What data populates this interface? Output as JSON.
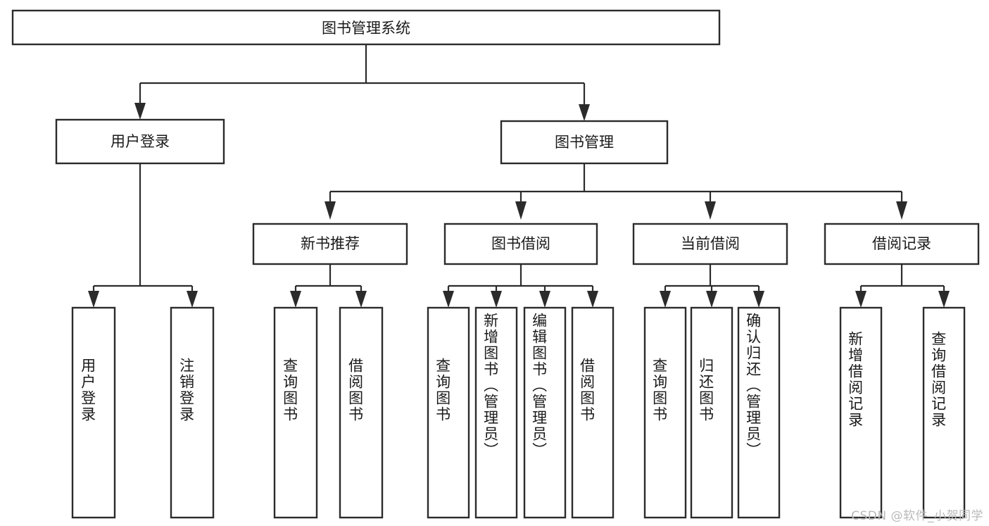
{
  "diagram": {
    "title": "图书管理系统",
    "watermark": "CSDN @软件_小贺同学",
    "colors": {
      "background": "#ffffff",
      "stroke": "#2b2b2b",
      "text": "#1a1a1a",
      "watermark": "#b9b9b9"
    },
    "levels": {
      "root": {
        "label": "图书管理系统"
      },
      "level2": [
        {
          "label": "用户登录"
        },
        {
          "label": "图书管理"
        }
      ],
      "level3": [
        {
          "label": "新书推荐"
        },
        {
          "label": "图书借阅"
        },
        {
          "label": "当前借阅"
        },
        {
          "label": "借阅记录"
        }
      ],
      "leaves": {
        "user_login": [
          {
            "label": "用户登录"
          },
          {
            "label": "注销登录"
          }
        ],
        "new_book_recommend": [
          {
            "label": "查询图书"
          },
          {
            "label": "借阅图书"
          }
        ],
        "book_borrow": [
          {
            "label": "查询图书"
          },
          {
            "label": "新增图书（管理员）"
          },
          {
            "label": "编辑图书（管理员）"
          },
          {
            "label": "借阅图书"
          }
        ],
        "current_borrow": [
          {
            "label": "查询图书"
          },
          {
            "label": "归还图书"
          },
          {
            "label": "确认归还（管理员）"
          }
        ],
        "borrow_record": [
          {
            "label": "新增借阅记录"
          },
          {
            "label": "查询借阅记录"
          }
        ]
      }
    }
  }
}
